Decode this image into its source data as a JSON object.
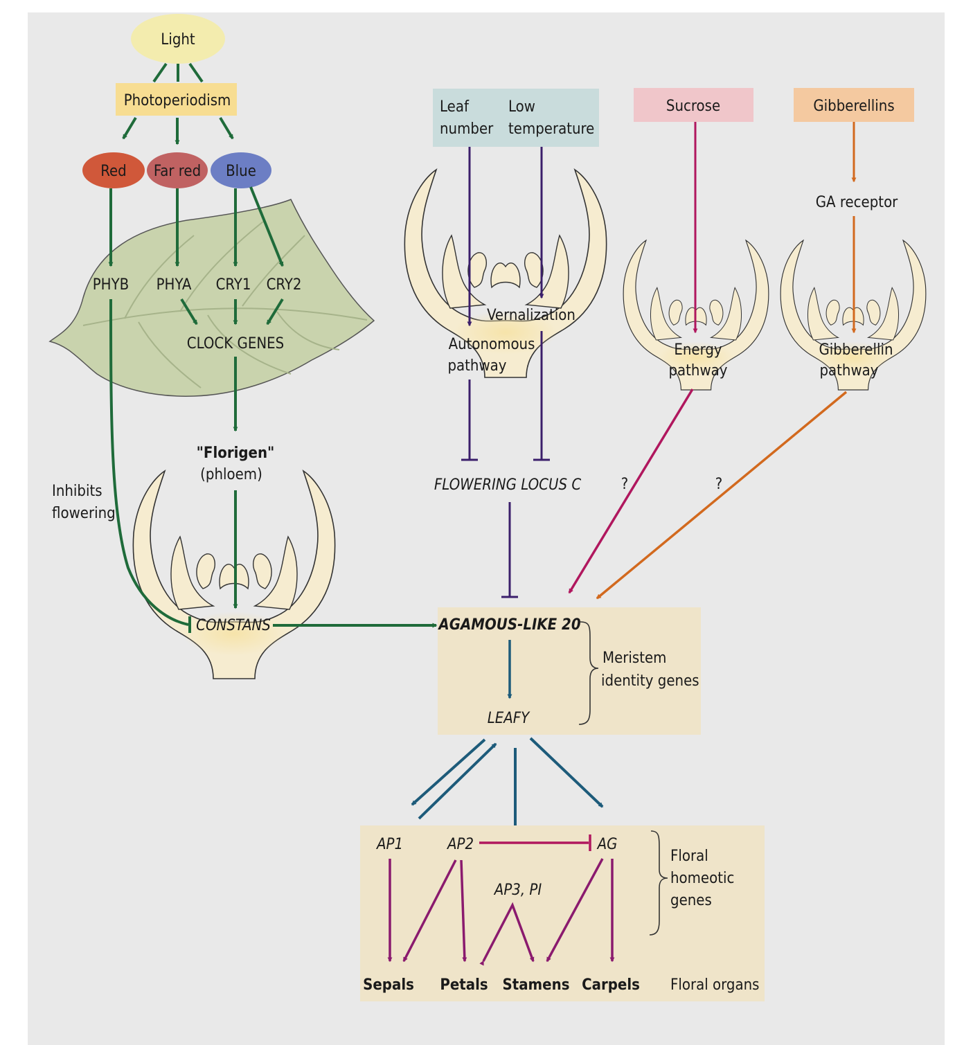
{
  "colors": {
    "background": "#e9e9e9",
    "green": "#1f6b3a",
    "purple": "#3b1f6b",
    "magenta": "#b0175e",
    "orange": "#d2691e",
    "teal": "#1d5b7a",
    "floral_purple": "#8a1a6e",
    "box_cream": "#efe4c9",
    "flower_fill": "#f6ecd0",
    "light_fill": "#f3ecae",
    "photoperiodism_fill": "#f7dd92",
    "red_fill": "#d0583a",
    "farred_fill": "#c06262",
    "blue_fill": "#6c7ec4",
    "leafnumber_fill": "#c9dcdc",
    "sucrose_fill": "#f0c6ca",
    "gibberellins_fill": "#f4c9a0",
    "leaf_fill": "#c9d3ad"
  },
  "nodes": {
    "light": "Light",
    "photoperiodism": "Photoperiodism",
    "red": "Red",
    "far_red": "Far red",
    "blue": "Blue",
    "phyb": "PHYB",
    "phya": "PHYA",
    "cry1": "CRY1",
    "cry2": "CRY2",
    "clock_genes": "CLOCK GENES",
    "florigen": "\"Florigen\"",
    "phloem": "(phloem)",
    "inhibits": "Inhibits",
    "flowering": "flowering",
    "constans": "CONSTANS",
    "leaf": "Leaf",
    "number": "number",
    "low": "Low",
    "temperature": "temperature",
    "sucrose": "Sucrose",
    "gibberellins": "Gibberellins",
    "ga_receptor": "GA receptor",
    "vernalization": "Vernalization",
    "autonomous": "Autonomous",
    "pathway": "pathway",
    "energy": "Energy",
    "gibberellin": "Gibberellin",
    "flc": "FLOWERING LOCUS C",
    "question": "?",
    "agl20": "AGAMOUS-LIKE 20",
    "leafy": "LEAFY",
    "meristem": "Meristem",
    "identity_genes": "identity genes",
    "ap1": "AP1",
    "ap2": "AP2",
    "ag": "AG",
    "ap3pi": "AP3, PI",
    "floral": "Floral",
    "homeotic": "homeotic",
    "genes": "genes",
    "sepals": "Sepals",
    "petals": "Petals",
    "stamens": "Stamens",
    "carpels": "Carpels",
    "floral_organs": "Floral organs"
  }
}
